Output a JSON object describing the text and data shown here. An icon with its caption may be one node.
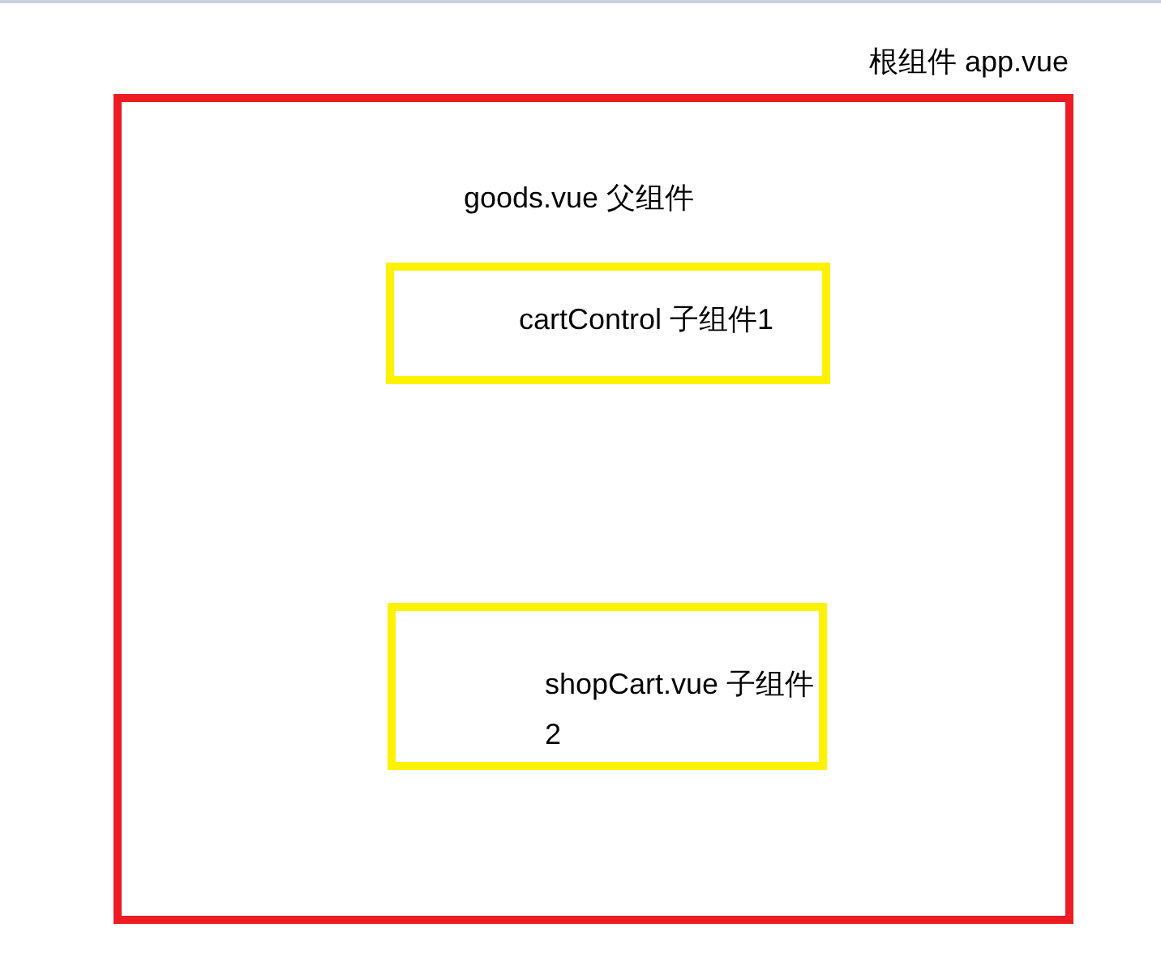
{
  "diagram": {
    "nodes": [
      {
        "text": [
          "goods.vue 父组件"
        ]
      },
      {
        "text": [
          "cartControl 子组件1"
        ],
        "in": 0
      },
      {
        "text": [
          "shopCart.vue 子组件2"
        ],
        "in": 0
      }
    ],
    "labels": [
      "根组件 app.vue"
    ]
  }
}
